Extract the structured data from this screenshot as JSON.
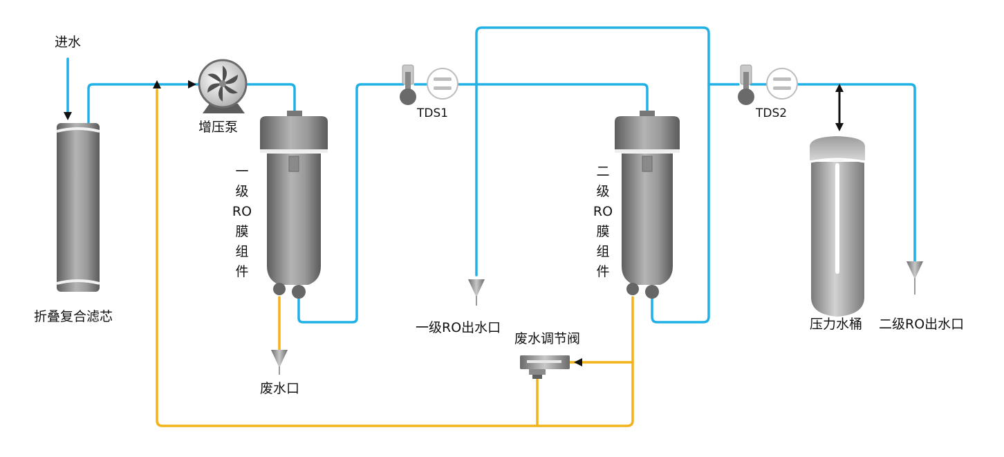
{
  "labels": {
    "inlet": "进水",
    "pump": "增压泵",
    "prefilter": "折叠复合滤芯",
    "tds1": "TDS1",
    "tds2": "TDS2",
    "stage1_ro_outlet": "一级RO出水口",
    "stage2_ro_outlet": "二级RO出水口",
    "waste_valve": "废水调节阀",
    "waste_outlet": "废水口",
    "pressure_tank": "压力水桶"
  },
  "stage1_module_label": [
    "一",
    "级",
    "RO",
    "膜",
    "组",
    "件"
  ],
  "stage2_module_label": [
    "二",
    "级",
    "RO",
    "膜",
    "组",
    "件"
  ],
  "colors": {
    "pure_water_line": "#1fb0e6",
    "waste_water_line": "#f2b319",
    "arrow": "#111111",
    "component_dark": "#6e6e6e",
    "component_light": "#cfcfcf"
  }
}
